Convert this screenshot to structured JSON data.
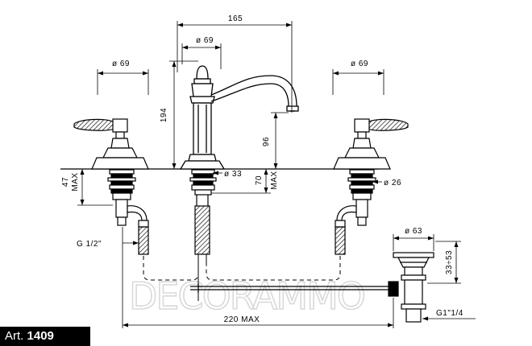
{
  "dimensions": {
    "spout_reach": "165",
    "spout_diameter": "ø 69",
    "left_handle_diameter": "ø 69",
    "right_handle_diameter": "ø 69",
    "spout_height": "194",
    "spout_outlet_height": "96",
    "deck_clearance_left": "47",
    "max_left": "MAX",
    "body_diameter": "ø 33",
    "deck_thickness": "70",
    "max_center": "MAX",
    "valve_diameter": "ø 26",
    "left_connection": "G 1/2\"",
    "waste_diameter": "ø 63",
    "waste_height": "33÷53",
    "waste_connection": "G1\"1/4",
    "total_width": "220 MAX"
  },
  "watermark": "DECORAMMO",
  "article": {
    "prefix": "Art.",
    "number": "1409"
  },
  "colors": {
    "ink": "#000000",
    "watermark": "#d9d9d9",
    "badge": "#000000"
  }
}
